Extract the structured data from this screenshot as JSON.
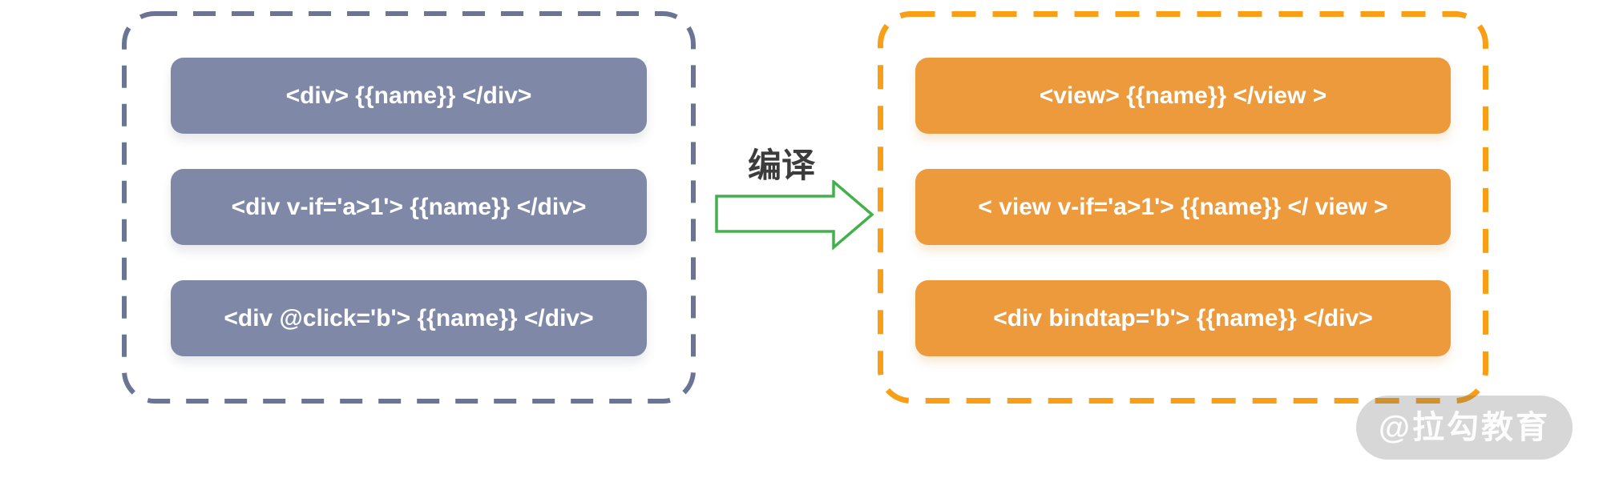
{
  "source_panel": {
    "name": "vue-template-source",
    "boxes": [
      {
        "text": "<div> {{name}} </div>"
      },
      {
        "text": "<div v-if='a>1'> {{name}} </div>"
      },
      {
        "text": "<div @click='b'> {{name}} </div>"
      }
    ],
    "box_color": "#7f89a7",
    "border_color": "#6b7494",
    "text_color": "#ffffff"
  },
  "arrow": {
    "label": "编译",
    "label_color": "#3c3c3c",
    "stroke_color": "#43b14b",
    "fill_color": "#ffffff"
  },
  "target_panel": {
    "name": "miniprogram-template-output",
    "boxes": [
      {
        "text": "<view> {{name}} </view >"
      },
      {
        "text": "< view v-if='a>1'> {{name}} </ view >"
      },
      {
        "text": "<div bindtap='b'> {{name}} </div>"
      }
    ],
    "box_color": "#ec9a3c",
    "border_color": "#f99e17",
    "text_color": "#ffffff"
  },
  "watermark": {
    "text": "@拉勾教育"
  }
}
